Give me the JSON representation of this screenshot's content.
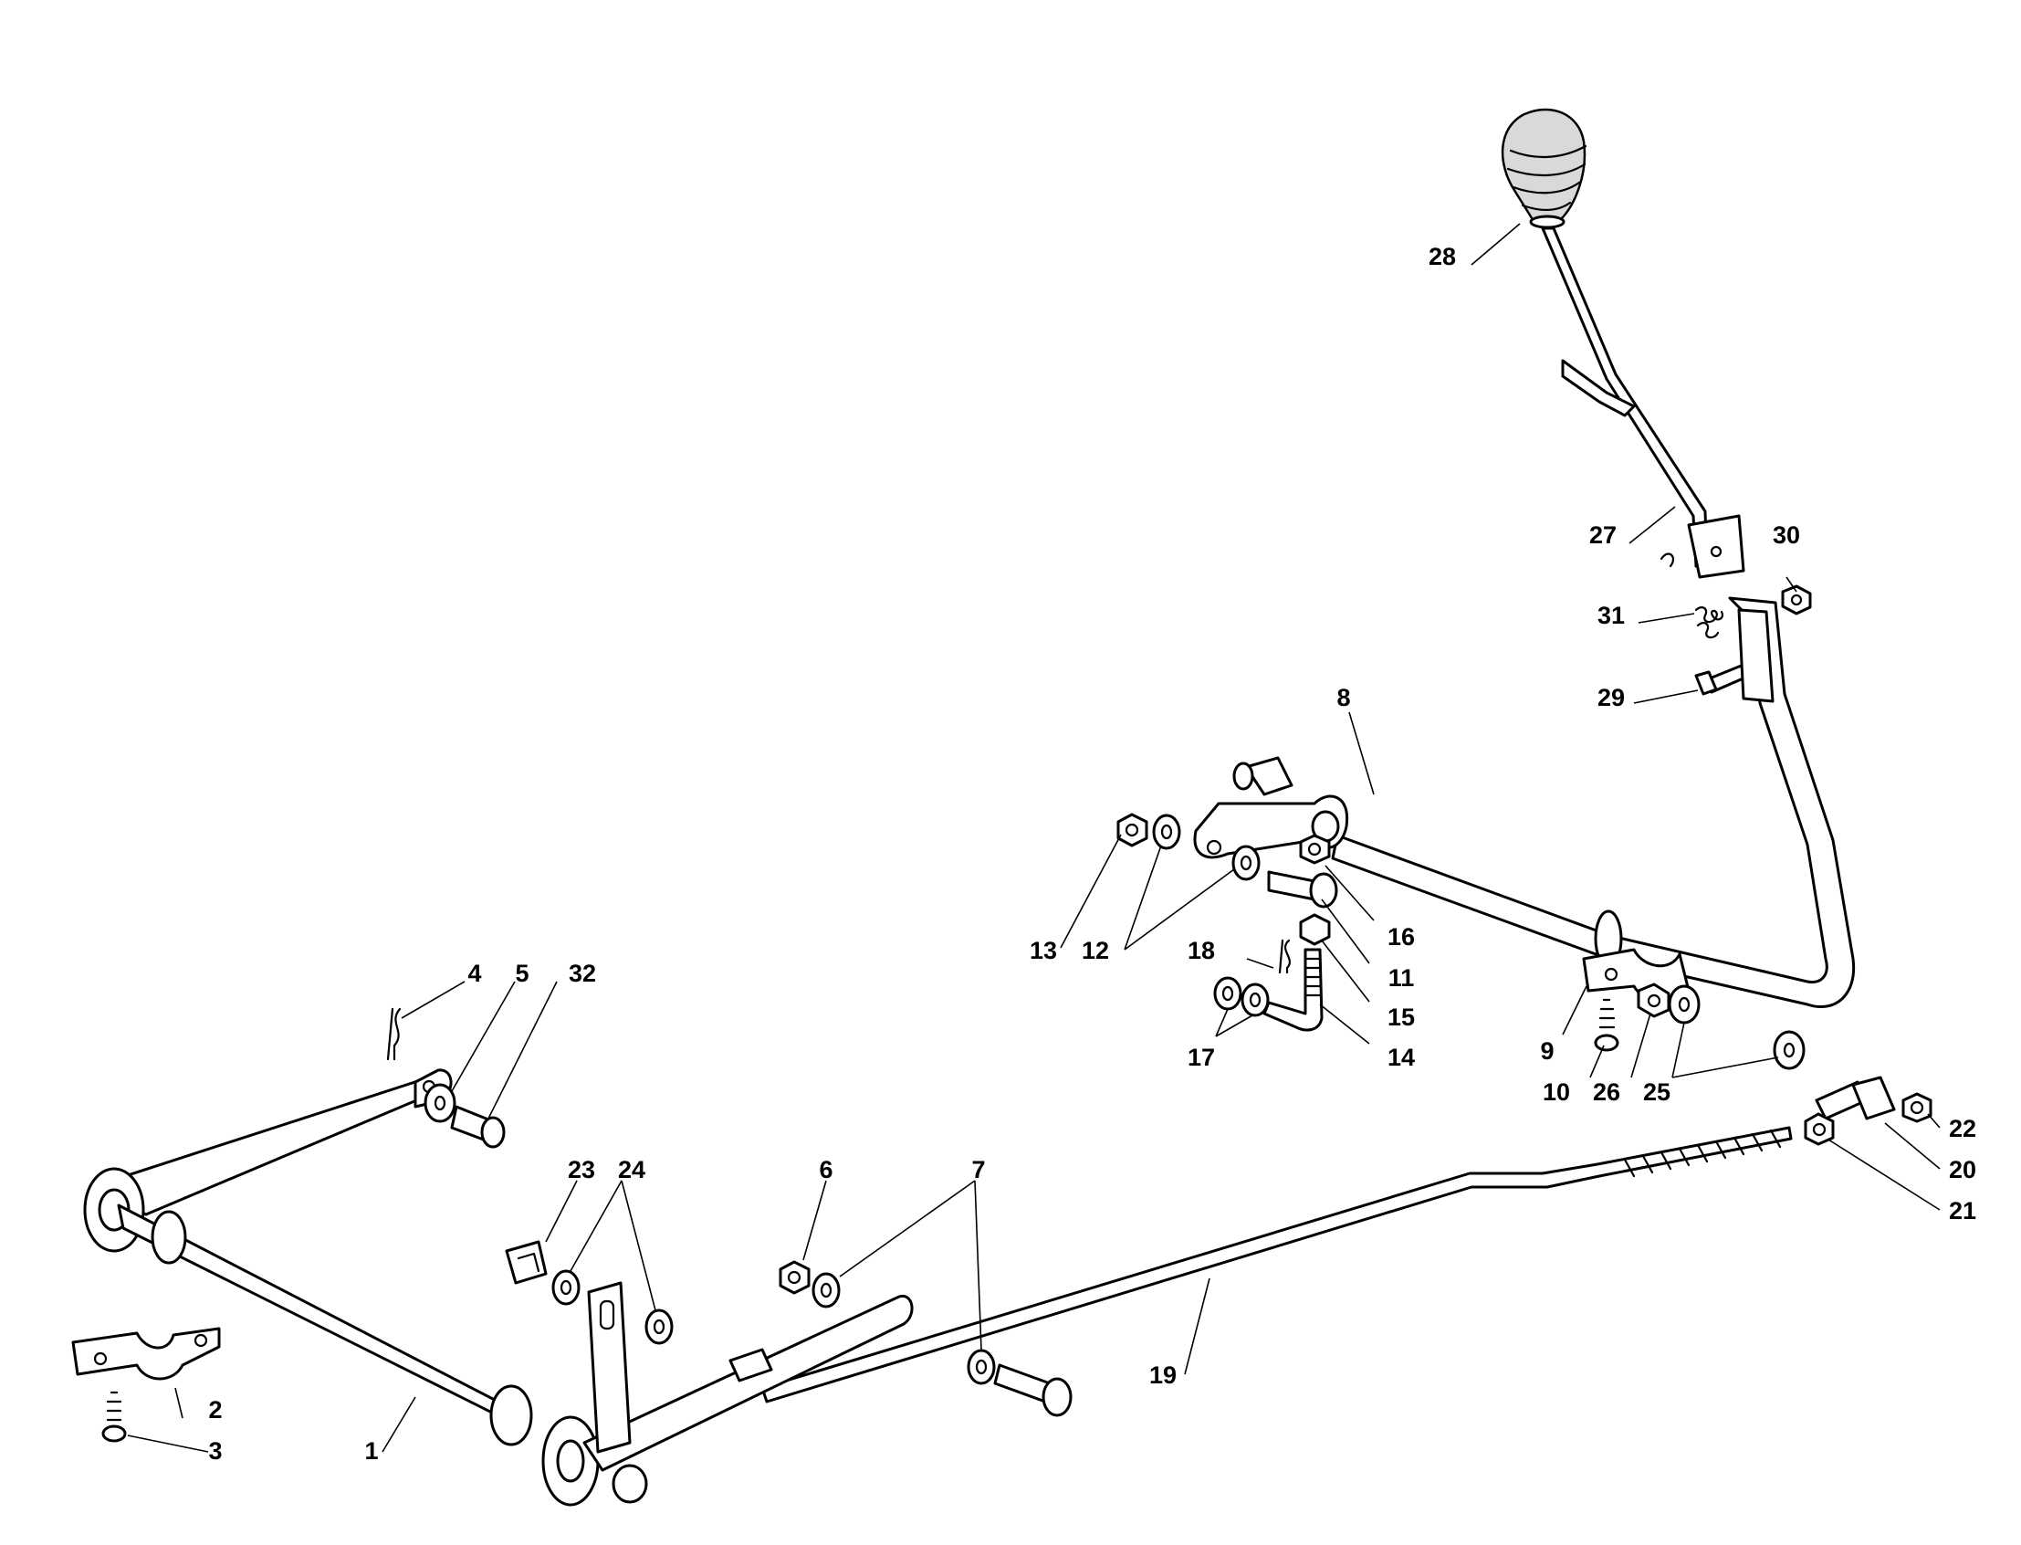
{
  "diagram": {
    "callouts": [
      {
        "id": "c1",
        "label": "1"
      },
      {
        "id": "c2",
        "label": "2"
      },
      {
        "id": "c3",
        "label": "3"
      },
      {
        "id": "c4",
        "label": "4"
      },
      {
        "id": "c5",
        "label": "5"
      },
      {
        "id": "c6",
        "label": "6"
      },
      {
        "id": "c7",
        "label": "7"
      },
      {
        "id": "c8",
        "label": "8"
      },
      {
        "id": "c9",
        "label": "9"
      },
      {
        "id": "c10",
        "label": "10"
      },
      {
        "id": "c11",
        "label": "11"
      },
      {
        "id": "c12",
        "label": "12"
      },
      {
        "id": "c13",
        "label": "13"
      },
      {
        "id": "c14",
        "label": "14"
      },
      {
        "id": "c15",
        "label": "15"
      },
      {
        "id": "c16",
        "label": "16"
      },
      {
        "id": "c17",
        "label": "17"
      },
      {
        "id": "c18",
        "label": "18"
      },
      {
        "id": "c19",
        "label": "19"
      },
      {
        "id": "c20",
        "label": "20"
      },
      {
        "id": "c21",
        "label": "21"
      },
      {
        "id": "c22",
        "label": "22"
      },
      {
        "id": "c23",
        "label": "23"
      },
      {
        "id": "c24",
        "label": "24"
      },
      {
        "id": "c25",
        "label": "25"
      },
      {
        "id": "c26",
        "label": "26"
      },
      {
        "id": "c27",
        "label": "27"
      },
      {
        "id": "c28",
        "label": "28"
      },
      {
        "id": "c29",
        "label": "29"
      },
      {
        "id": "c30",
        "label": "30"
      },
      {
        "id": "c31",
        "label": "31"
      },
      {
        "id": "c32",
        "label": "32"
      }
    ]
  }
}
